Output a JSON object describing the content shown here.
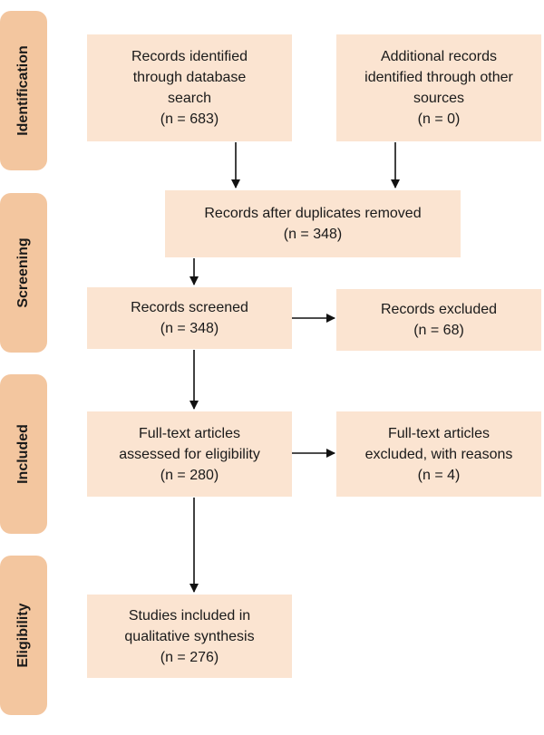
{
  "phases": [
    {
      "label": "Identification"
    },
    {
      "label": "Screening"
    },
    {
      "label": "Included"
    },
    {
      "label": "Eligibility"
    }
  ],
  "boxes": {
    "db_records": {
      "lines": [
        "Records identified",
        "through database",
        "search",
        "(n = 683)"
      ]
    },
    "other_records": {
      "lines": [
        "Additional records",
        "identified through other",
        "sources",
        "(n = 0)"
      ]
    },
    "dedup": {
      "lines": [
        "Records after duplicates removed",
        "(n = 348)"
      ]
    },
    "screened": {
      "lines": [
        "Records screened",
        "(n = 348)"
      ]
    },
    "excluded": {
      "lines": [
        "Records excluded",
        "(n = 68)"
      ]
    },
    "fulltext": {
      "lines": [
        "Full-text articles",
        "assessed for eligibility",
        "(n = 280)"
      ]
    },
    "fulltext_excluded": {
      "lines": [
        "Full-text articles",
        "excluded, with reasons",
        "(n = 4)"
      ]
    },
    "included": {
      "lines": [
        "Studies included in",
        "qualitative synthesis",
        "(n = 276)"
      ]
    }
  },
  "colors": {
    "phase_fill": "#f3c69f",
    "box_fill": "#fbe4d1",
    "arrow": "#111111"
  }
}
